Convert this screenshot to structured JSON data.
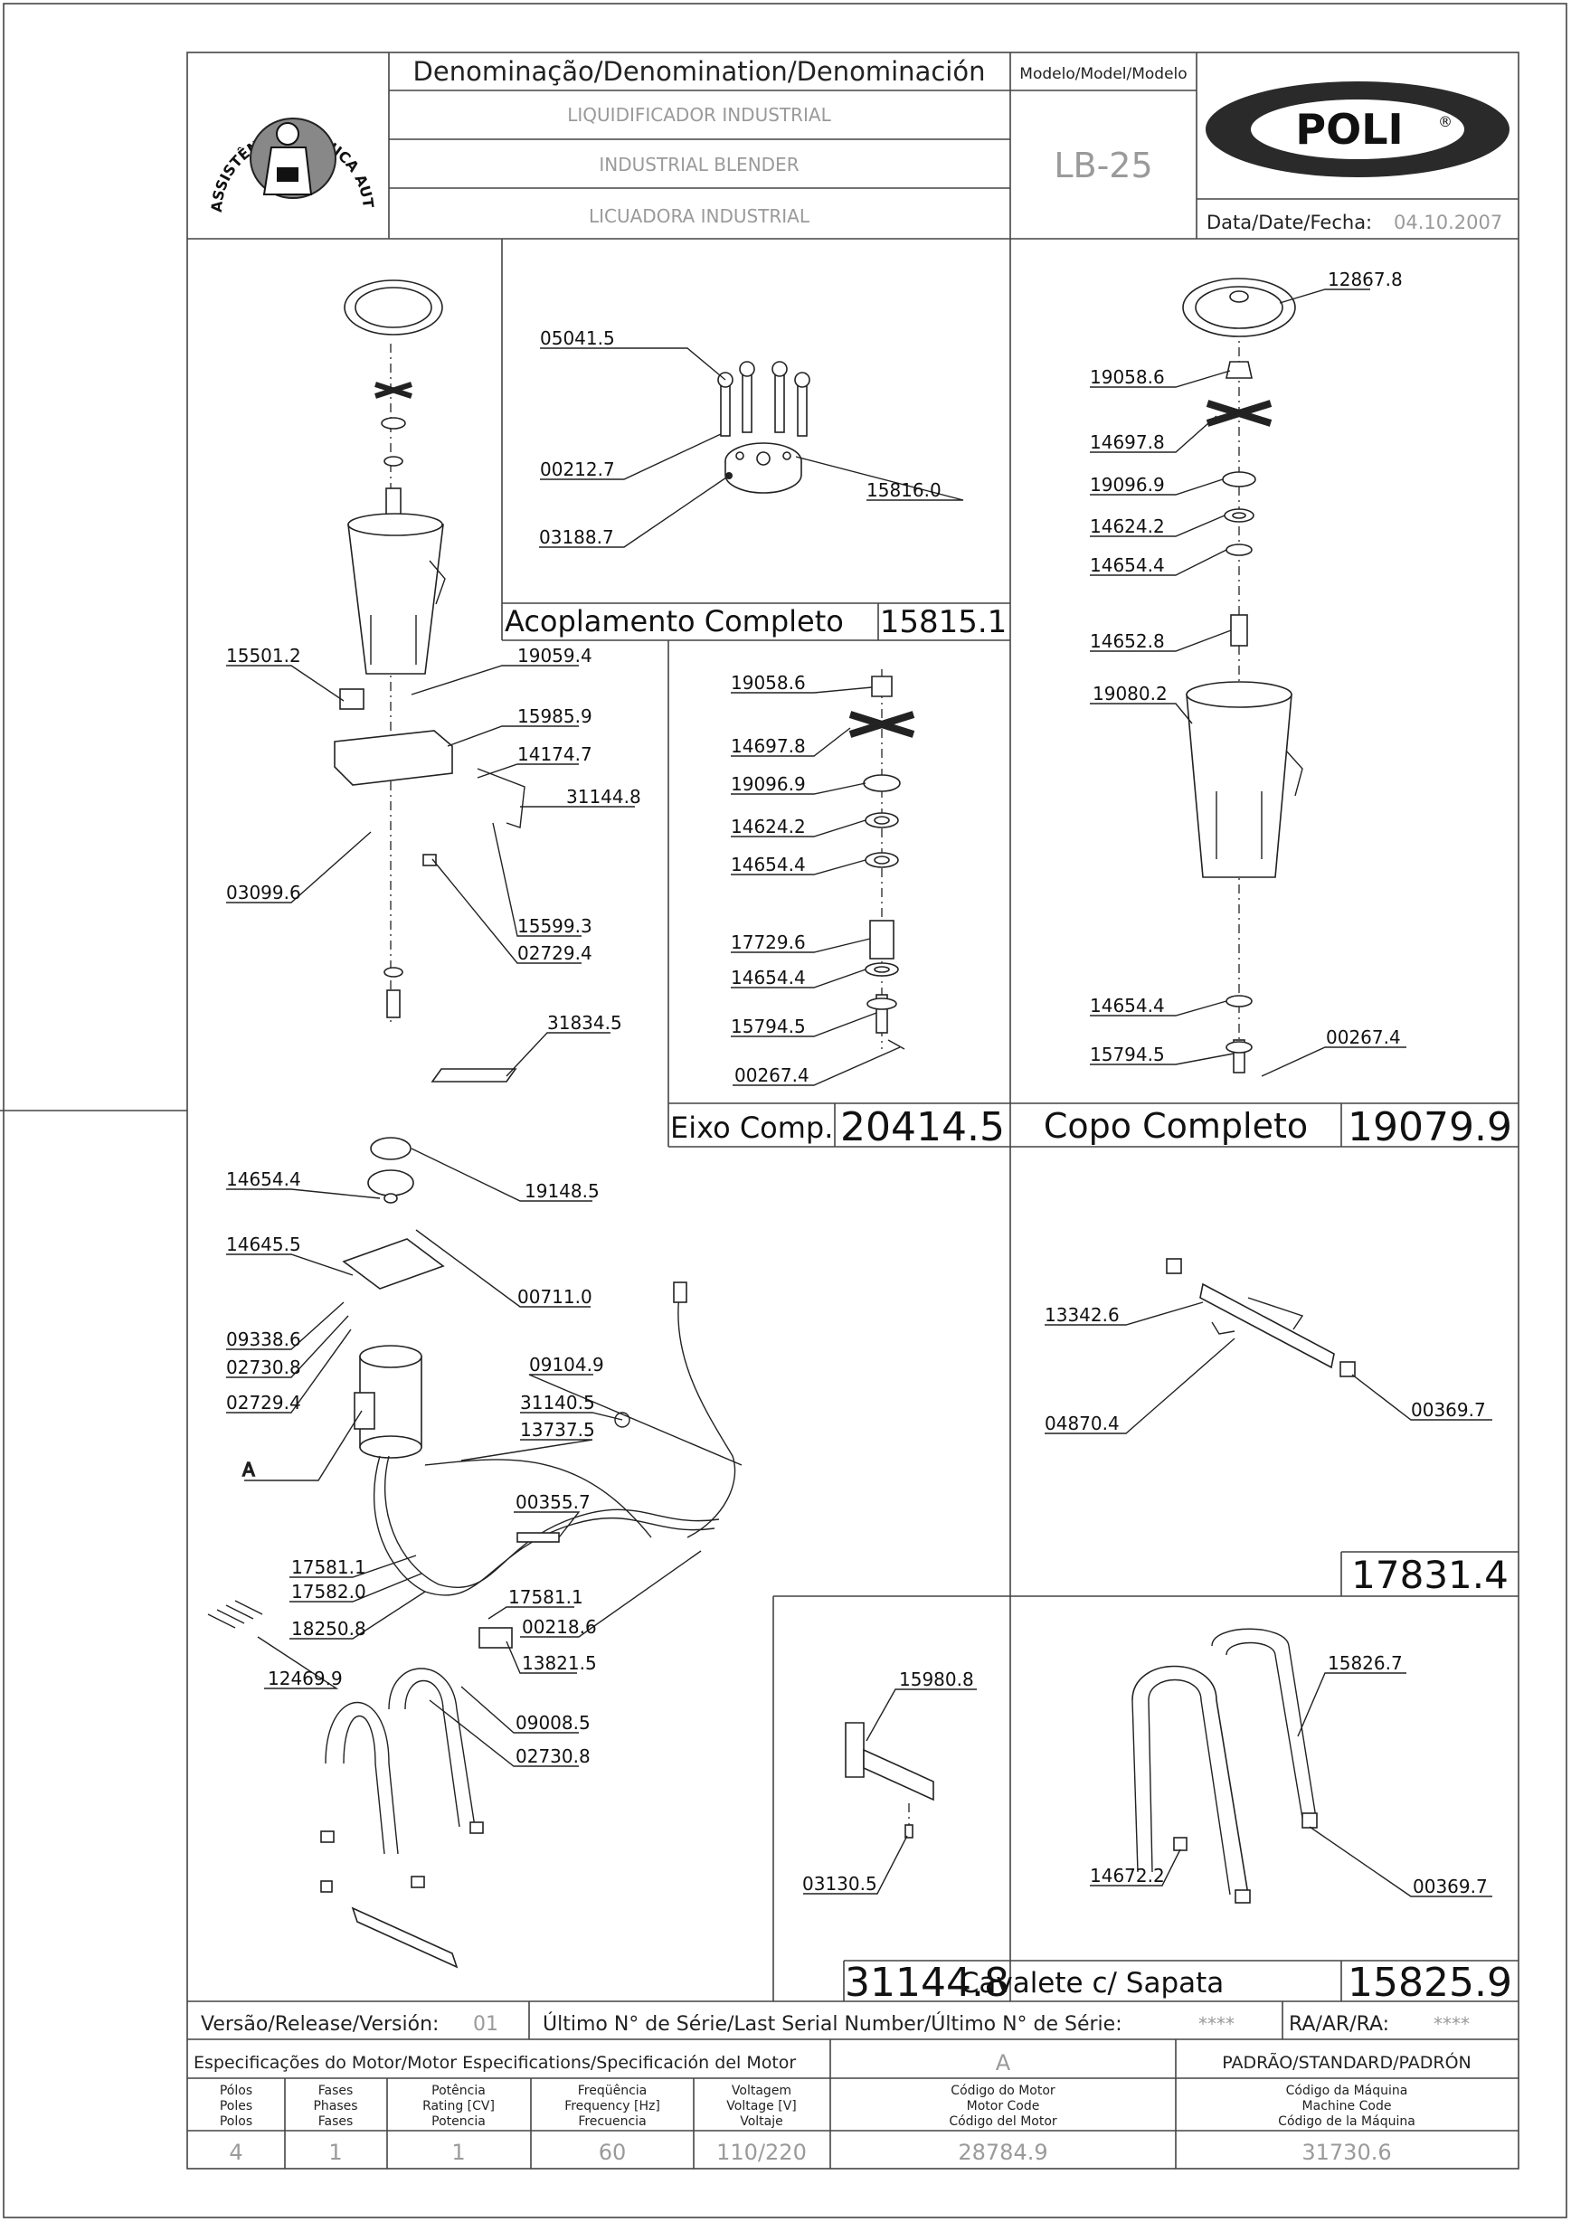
{
  "header": {
    "denomination_label": "Denominação/Denomination/Denominación",
    "name_pt": "LIQUIDIFICADOR INDUSTRIAL",
    "name_en": "INDUSTRIAL BLENDER",
    "name_es": "LICUADORA INDUSTRIAL",
    "model_label": "Modelo/Model/Modelo",
    "model_value": "LB-25",
    "brand": "POLI",
    "brand_mark": "®",
    "date_label": "Data/Date/Fecha:",
    "date_value": "04.10.2007",
    "seal_text": "ASSISTÊNCIA TÉCNICA AUTORIZADA"
  },
  "sections": {
    "acoplamento": {
      "title": "Acoplamento Completo",
      "code": "15815.1"
    },
    "eixo": {
      "title": "Eixo Comp.",
      "code": "20414.5"
    },
    "copo": {
      "title": "Copo Completo",
      "code": "19079.9"
    },
    "cavalete_base": {
      "code": "17831.4"
    },
    "suporte": {
      "code": "31144.8"
    },
    "cavalete": {
      "title": "Cavalete c/ Sapata",
      "code": "15825.9"
    }
  },
  "parts": {
    "acoplamento": [
      "05041.5",
      "00212.7",
      "03188.7",
      "15816.0"
    ],
    "eixo": [
      "19058.6",
      "14697.8",
      "19096.9",
      "14624.2",
      "14654.4",
      "17729.6",
      "14654.4",
      "15794.5",
      "00267.4"
    ],
    "copo": [
      "12867.8",
      "19058.6",
      "14697.8",
      "19096.9",
      "14624.2",
      "14654.4",
      "14652.8",
      "19080.2",
      "14654.4",
      "15794.5",
      "00267.4"
    ],
    "main_upper": [
      "15501.2",
      "19059.4",
      "15985.9",
      "14174.7",
      "31144.8",
      "03099.6",
      "15599.3",
      "02729.4",
      "31834.5"
    ],
    "main_lower": [
      "14654.4",
      "19148.5",
      "14645.5",
      "00711.0",
      "09338.6",
      "02730.8",
      "02729.4",
      "09104.9",
      "31140.5",
      "13737.5",
      "A",
      "00355.7",
      "17581.1",
      "17582.0",
      "17581.1",
      "18250.8",
      "00218.6",
      "13821.5",
      "12469.9",
      "09008.5",
      "02730.8"
    ],
    "cavalete_base": [
      "13342.6",
      "04870.4",
      "00369.7"
    ],
    "suporte": [
      "15980.8",
      "03130.5"
    ],
    "cavalete": [
      "15826.7",
      "14672.2",
      "00369.7"
    ]
  },
  "footer": {
    "version_label": "Versão/Release/Versión:",
    "version_value": "01",
    "serial_label": "Último N° de Série/Last Serial Number/Último N° de Série:",
    "serial_value": "****",
    "ra_label": "RA/AR/RA:",
    "ra_value": "****",
    "motor_spec_label": "Especificações do Motor/Motor Especifications/Specificación del Motor",
    "motor_ref": "A",
    "standard_label": "PADRÃO/STANDARD/PADRÓN",
    "columns": [
      {
        "h1": "Pólos",
        "h2": "Poles",
        "h3": "Polos",
        "value": "4"
      },
      {
        "h1": "Fases",
        "h2": "Phases",
        "h3": "Fases",
        "value": "1"
      },
      {
        "h1": "Potência",
        "h2": "Rating [CV]",
        "h3": "Potencia",
        "value": "1"
      },
      {
        "h1": "Freqüência",
        "h2": "Frequency [Hz]",
        "h3": "Frecuencia",
        "value": "60"
      },
      {
        "h1": "Voltagem",
        "h2": "Voltage [V]",
        "h3": "Voltaje",
        "value": "110/220"
      },
      {
        "h1": "Código do Motor",
        "h2": "Motor Code",
        "h3": "Código del Motor",
        "value": "28784.9"
      },
      {
        "h1": "Código da Máquina",
        "h2": "Machine Code",
        "h3": "Código de la Máquina",
        "value": "31730.6"
      }
    ]
  }
}
